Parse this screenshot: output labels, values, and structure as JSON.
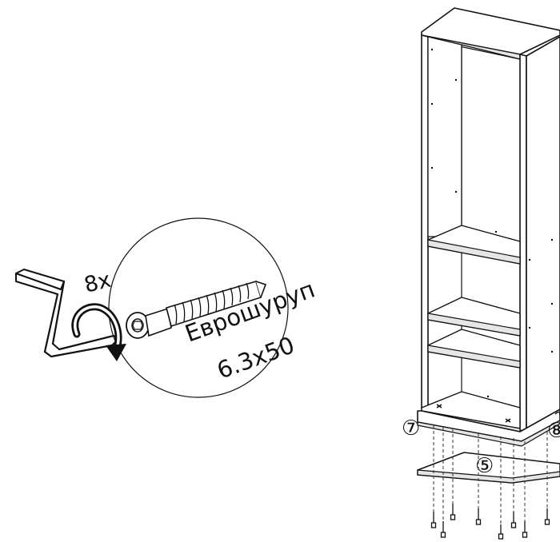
{
  "callout": {
    "quantity": "8x",
    "part_name": "Еврошуруп",
    "part_size": "6.3x50"
  },
  "part_markers": {
    "left_panel": "⑦",
    "right_panel": "⑧",
    "bottom_panel": "⑤"
  },
  "colors": {
    "line": "#111111",
    "panel_face": "#ffffff",
    "panel_edge": "#e6e6e6",
    "hidden_line": "#333333"
  },
  "icons": [
    "hex-key-icon",
    "rotate-clockwise-icon",
    "confirmat-screw-icon"
  ]
}
